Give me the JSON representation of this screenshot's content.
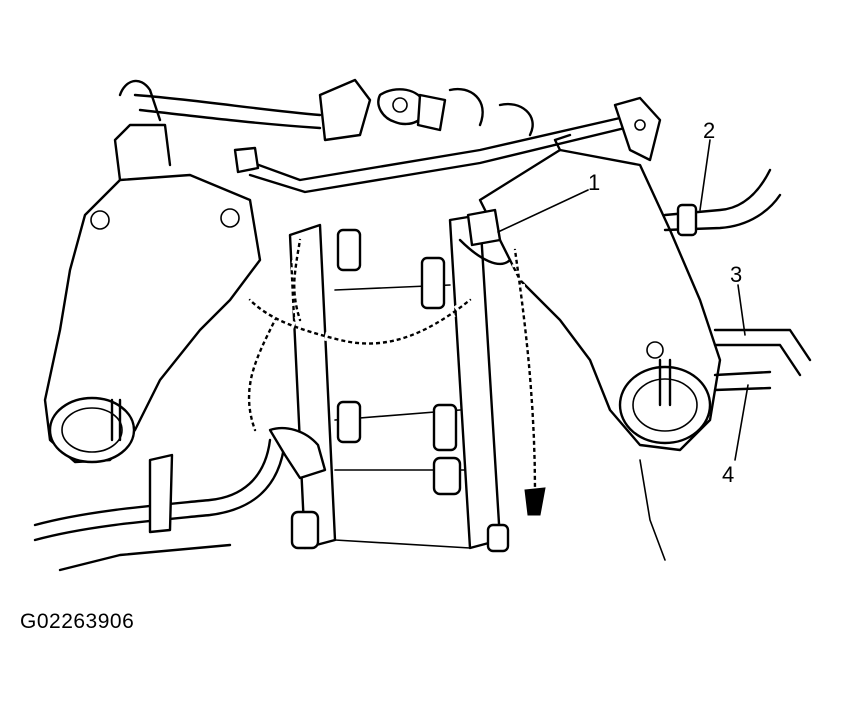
{
  "figure_code": "G02263906",
  "callouts": [
    {
      "label": "1"
    },
    {
      "label": "2"
    },
    {
      "label": "3"
    },
    {
      "label": "4"
    }
  ]
}
